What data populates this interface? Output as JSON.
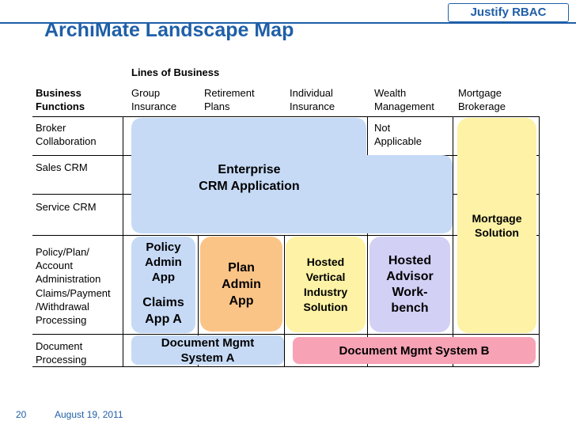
{
  "badge": "Justify RBAC",
  "title": "ArchiMate Landscape Map",
  "lines_of_business_label": "Lines of Business",
  "corner_header": [
    "Business",
    "Functions"
  ],
  "columns": [
    [
      "Group",
      "Insurance"
    ],
    [
      "Retirement",
      "Plans"
    ],
    [
      "Individual",
      "Insurance"
    ],
    [
      "Wealth",
      "Management"
    ],
    [
      "Mortgage",
      "Brokerage"
    ]
  ],
  "rows": [
    [
      "Broker",
      "Collaboration"
    ],
    [
      "Sales CRM"
    ],
    [
      "Service CRM"
    ],
    [
      "Policy/Plan/",
      "Account",
      "Administration"
    ],
    [
      "Claims/Payment",
      "/Withdrawal",
      "Processing"
    ],
    [
      "Document",
      "Processing"
    ]
  ],
  "not_applicable": [
    "Not",
    "Applicable"
  ],
  "blocks": {
    "enterprise_crm": [
      "Enterprise",
      "CRM Application"
    ],
    "mortgage": [
      "Mortgage",
      "Solution"
    ],
    "policy_admin": [
      "Policy",
      "Admin",
      "App"
    ],
    "claims": [
      "Claims",
      "App A"
    ],
    "plan_admin": [
      "Plan",
      "Admin",
      "App"
    ],
    "hosted_vertical": [
      "Hosted",
      "Vertical",
      "Industry",
      "Solution"
    ],
    "hosted_advisor": [
      "Hosted",
      "Advisor",
      "Work-",
      "bench"
    ],
    "doc_mgmt_a": [
      "Document Mgmt",
      "System A"
    ],
    "doc_mgmt_b": "Document Mgmt System B"
  },
  "colors": {
    "accent": "#1f5fa8",
    "enterprise_crm": "#c6daf6",
    "mortgage": "#fdf2a5",
    "policy_claims": "#c6daf6",
    "plan_admin": "#fbc487",
    "hosted_vertical": "#fdf2a5",
    "hosted_advisor": "#d3d0f5",
    "doc_mgmt_b": "#f7a2b5"
  },
  "footer": {
    "page_number": "20",
    "date": "August 19, 2011"
  }
}
